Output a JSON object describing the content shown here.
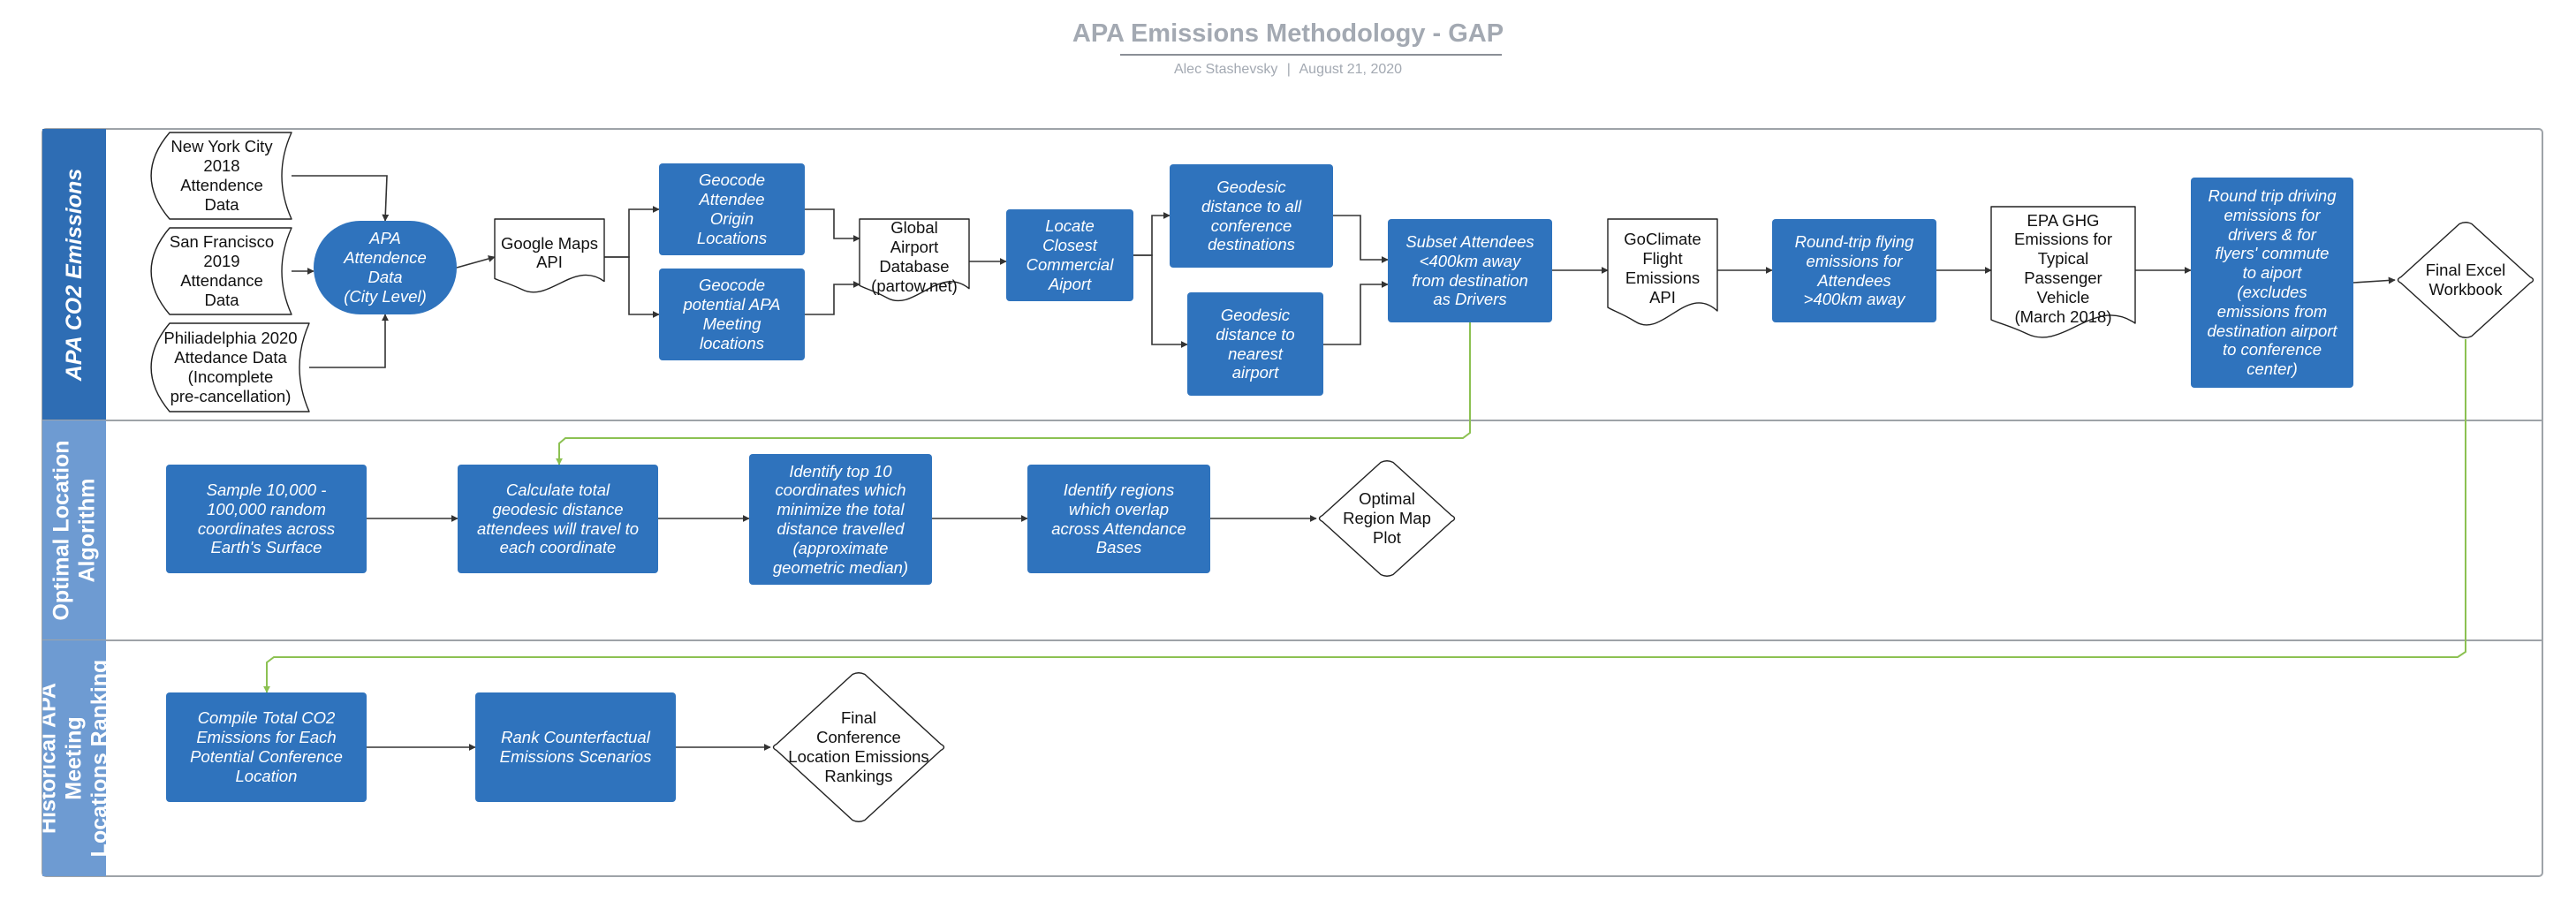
{
  "header": {
    "title": "APA Emissions Methodology - GAP",
    "author": "Alec Stashevsky",
    "separator": "|",
    "date": "August 21, 2020"
  },
  "colors": {
    "process_blue": "#2f73bd",
    "lane_header_blue": "#2e6db4",
    "lane_header_light": "#6e9bd2",
    "connector": "#333333",
    "feedback_connector": "#8cc152",
    "frame": "#9ea3a8"
  },
  "lanes": [
    {
      "id": "co2",
      "label": "APA CO2 Emissions"
    },
    {
      "id": "optimal",
      "label": "Optimal Location\nAlgorithm"
    },
    {
      "id": "ranking",
      "label": "Historical APA Meeting\nLocations Ranking"
    }
  ],
  "nodes": [
    {
      "id": "nyc",
      "lane": "co2",
      "shape": "stored-data",
      "text": "New York City\n2018 Attendence\nData"
    },
    {
      "id": "sf",
      "lane": "co2",
      "shape": "stored-data",
      "text": "San Francisco\n2019 Attendance\nData"
    },
    {
      "id": "phl",
      "lane": "co2",
      "shape": "stored-data",
      "text": "Philiadelphia 2020\nAttedance Data\n(Incomplete\npre-cancellation)"
    },
    {
      "id": "apa",
      "lane": "co2",
      "shape": "terminator",
      "text": "APA\nAttendence\nData\n(City Level)"
    },
    {
      "id": "gmaps",
      "lane": "co2",
      "shape": "document",
      "text": "Google Maps\nAPI"
    },
    {
      "id": "geo_origin",
      "lane": "co2",
      "shape": "process",
      "text": "Geocode\nAttendee\nOrigin\nLocations"
    },
    {
      "id": "geo_meeting",
      "lane": "co2",
      "shape": "process",
      "text": "Geocode\npotential  APA\nMeeting\nlocations"
    },
    {
      "id": "airport_db",
      "lane": "co2",
      "shape": "document",
      "text": "Global Airport\nDatabase\n(partow.net)"
    },
    {
      "id": "locate",
      "lane": "co2",
      "shape": "process",
      "text": "Locate\nClosest\nCommercial\nAiport"
    },
    {
      "id": "geod_all",
      "lane": "co2",
      "shape": "process",
      "text": "Geodesic\ndistance to all\nconference\ndestinations"
    },
    {
      "id": "geod_air",
      "lane": "co2",
      "shape": "process",
      "text": "Geodesic\ndistance to\nnearest\nairport"
    },
    {
      "id": "subset",
      "lane": "co2",
      "shape": "process",
      "text": "Subset Attendees\n<400km away\nfrom destination\nas Drivers"
    },
    {
      "id": "goclimate",
      "lane": "co2",
      "shape": "document",
      "text": "GoClimate\nFlight\nEmissions\nAPI"
    },
    {
      "id": "flying",
      "lane": "co2",
      "shape": "process",
      "text": "Round-trip flying\nemissions for\nAttendees\n>400km away"
    },
    {
      "id": "epa",
      "lane": "co2",
      "shape": "document",
      "text": "EPA GHG\nEmissions for\nTypical Passenger\nVehicle\n(March 2018)"
    },
    {
      "id": "driving",
      "lane": "co2",
      "shape": "process",
      "text": "Round trip driving\nemissions for\ndrivers & for\nflyers' commute\nto aiport\n(excludes\nemissions from\ndestination airport\nto conference\ncenter)"
    },
    {
      "id": "excel",
      "lane": "co2",
      "shape": "decision",
      "text": "Final Excel\nWorkbook"
    },
    {
      "id": "sample",
      "lane": "optimal",
      "shape": "process",
      "text": "Sample 10,000 -\n100,000 random\ncoordinates across\nEarth's Surface"
    },
    {
      "id": "calc",
      "lane": "optimal",
      "shape": "process",
      "text": "Calculate total\ngeodesic distance\nattendees will travel to\neach coordinate"
    },
    {
      "id": "top10",
      "lane": "optimal",
      "shape": "process",
      "text": "Identify top 10\ncoordinates which\nminimize the total\ndistance travelled\n(approximate\ngeometric median)"
    },
    {
      "id": "regions",
      "lane": "optimal",
      "shape": "process",
      "text": "Identify regions\nwhich overlap\nacross Attendance\nBases"
    },
    {
      "id": "mapplot",
      "lane": "optimal",
      "shape": "decision",
      "text": "Optimal\nRegion Map\nPlot"
    },
    {
      "id": "compile",
      "lane": "ranking",
      "shape": "process",
      "text": "Compile Total CO2\nEmissions for Each\nPotential Conference\nLocation"
    },
    {
      "id": "rank",
      "lane": "ranking",
      "shape": "process",
      "text": "Rank Counterfactual\nEmissions Scenarios"
    },
    {
      "id": "final_rank",
      "lane": "ranking",
      "shape": "decision",
      "text": "Final\nConference\nLocation Emissions\nRankings"
    }
  ],
  "edges": [
    {
      "from": "nyc",
      "to": "apa"
    },
    {
      "from": "sf",
      "to": "apa"
    },
    {
      "from": "phl",
      "to": "apa"
    },
    {
      "from": "apa",
      "to": "gmaps"
    },
    {
      "from": "gmaps",
      "to": "geo_origin"
    },
    {
      "from": "gmaps",
      "to": "geo_meeting"
    },
    {
      "from": "geo_origin",
      "to": "airport_db"
    },
    {
      "from": "geo_meeting",
      "to": "airport_db"
    },
    {
      "from": "airport_db",
      "to": "locate"
    },
    {
      "from": "locate",
      "to": "geod_all"
    },
    {
      "from": "locate",
      "to": "geod_air"
    },
    {
      "from": "geod_all",
      "to": "subset"
    },
    {
      "from": "geod_air",
      "to": "subset"
    },
    {
      "from": "subset",
      "to": "goclimate"
    },
    {
      "from": "goclimate",
      "to": "flying"
    },
    {
      "from": "flying",
      "to": "epa"
    },
    {
      "from": "epa",
      "to": "driving"
    },
    {
      "from": "driving",
      "to": "excel"
    },
    {
      "from": "subset",
      "to": "calc",
      "style": "feedback"
    },
    {
      "from": "excel",
      "to": "compile",
      "style": "feedback"
    },
    {
      "from": "sample",
      "to": "calc"
    },
    {
      "from": "calc",
      "to": "top10"
    },
    {
      "from": "top10",
      "to": "regions"
    },
    {
      "from": "regions",
      "to": "mapplot"
    },
    {
      "from": "compile",
      "to": "rank"
    },
    {
      "from": "rank",
      "to": "final_rank"
    }
  ]
}
